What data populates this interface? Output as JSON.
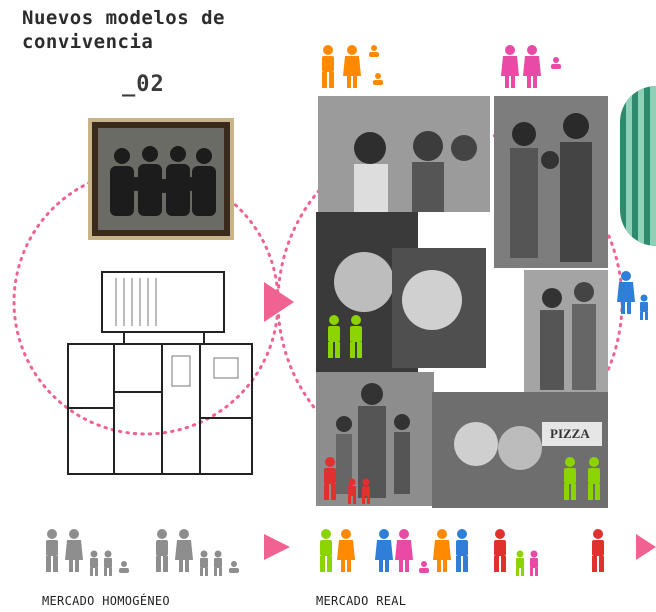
{
  "title": "Nuevos modelos de convivencia",
  "step": "_02",
  "captions": {
    "homogeneous": "MERCADO HOMOGÉNEO",
    "real": "MERCADO REAL"
  },
  "photos": {
    "sign": "PIZZA"
  },
  "colors": {
    "pink": "#f06292",
    "orange": "#ff8a00",
    "magenta": "#e84aa6",
    "blue": "#2f7ed8",
    "green": "#8bd400",
    "red": "#e0312f",
    "grey": "#8e8e8e"
  }
}
